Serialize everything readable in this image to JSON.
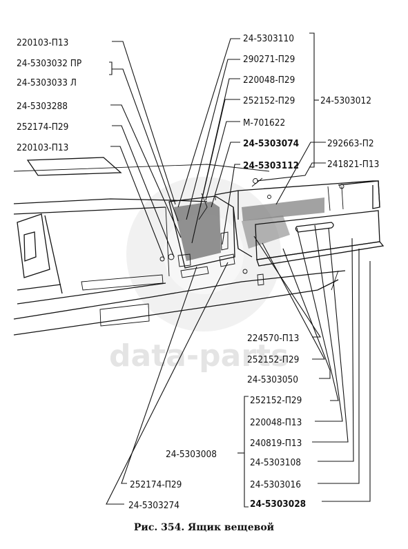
{
  "caption": "Рис. 354. Ящик вещевой",
  "watermark": "data-parts",
  "labels_left": [
    "220103-П13",
    "24-5303032 ПР",
    "24-5303033 Л",
    "24-5303288",
    "252174-П29",
    "220103-П13"
  ],
  "labels_top": [
    "24-5303110",
    "290271-П29",
    "220048-П29",
    "252152-П29",
    "М-701622",
    "24-5303074",
    "24-5303112"
  ],
  "label_group_top": "24-5303012",
  "labels_right": [
    "292663-П2",
    "241821-П13"
  ],
  "labels_bottom_mid": [
    "224570-П13",
    "252152-П29",
    "24-5303050"
  ],
  "labels_bottom_group": [
    "252152-П29",
    "220048-П13",
    "240819-П13",
    "24-5303108",
    "24-5303016",
    "24-5303028"
  ],
  "label_group_bottom": "24-5303008",
  "labels_bottom_left": [
    "252174-П29",
    "24-5303274"
  ]
}
